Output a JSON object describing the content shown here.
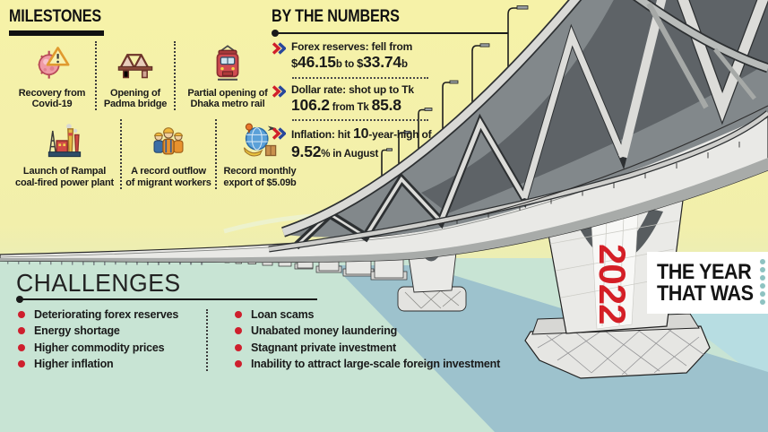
{
  "milestones": {
    "title": "MILESTONES",
    "items": [
      {
        "icon": "covid-icon",
        "label": "Recovery from\nCovid-19"
      },
      {
        "icon": "padma-bridge-icon",
        "label": "Opening of\nPadma bridge"
      },
      {
        "icon": "metro-rail-icon",
        "label": "Partial opening of\nDhaka metro rail"
      },
      {
        "icon": "power-plant-icon",
        "label": "Launch of Rampal\ncoal-fired power plant"
      },
      {
        "icon": "migrant-workers-icon",
        "label": "A record outflow\nof migrant workers"
      },
      {
        "icon": "export-icon",
        "label": "Record monthly\nexport of $5.09b"
      }
    ]
  },
  "by_the_numbers": {
    "title": "BY THE NUMBERS",
    "items": [
      {
        "lead": "Forex reserves: fell from",
        "currency_a": "$",
        "value_a": "46.15",
        "unit_a": "b",
        "connector": " to ",
        "currency_b": "$",
        "value_b": "33.74",
        "unit_b": "b"
      },
      {
        "lead": "Dollar rate: shot up to Tk",
        "value_a": "106.2",
        "connector": " from Tk ",
        "value_b": "85.8"
      },
      {
        "lead_start": "Inflation: hit ",
        "lead_value": "10",
        "lead_end": "-year-high of",
        "value_a": "9.52",
        "tail": "% in August"
      }
    ]
  },
  "challenges": {
    "title": "CHALLENGES",
    "left": [
      "Deteriorating forex reserves",
      "Energy shortage",
      "Higher commodity prices",
      "Higher inflation"
    ],
    "right": [
      "Loan scams",
      "Unabated money laundering",
      "Stagnant private investment",
      "Inability to attract large-scale foreign investment"
    ]
  },
  "year_badge": {
    "year": "2022",
    "label": "THE YEAR\nTHAT WAS"
  },
  "icons": [
    "covid-icon",
    "padma-bridge-icon",
    "metro-rail-icon",
    "power-plant-icon",
    "migrant-workers-icon",
    "export-icon",
    "double-chevron-icon",
    "bullet-dot-icon",
    "lamp-post-icon"
  ],
  "colors": {
    "accent_red": "#d0202a",
    "accent_blue": "#28479b",
    "headline": "#111111",
    "sky_yellow": "#f6f2a8",
    "water_green": "#c8e4d4",
    "water_shadow": "#9dc2cd",
    "water_cyan": "#b7dde2",
    "year_red": "#d41f26"
  }
}
